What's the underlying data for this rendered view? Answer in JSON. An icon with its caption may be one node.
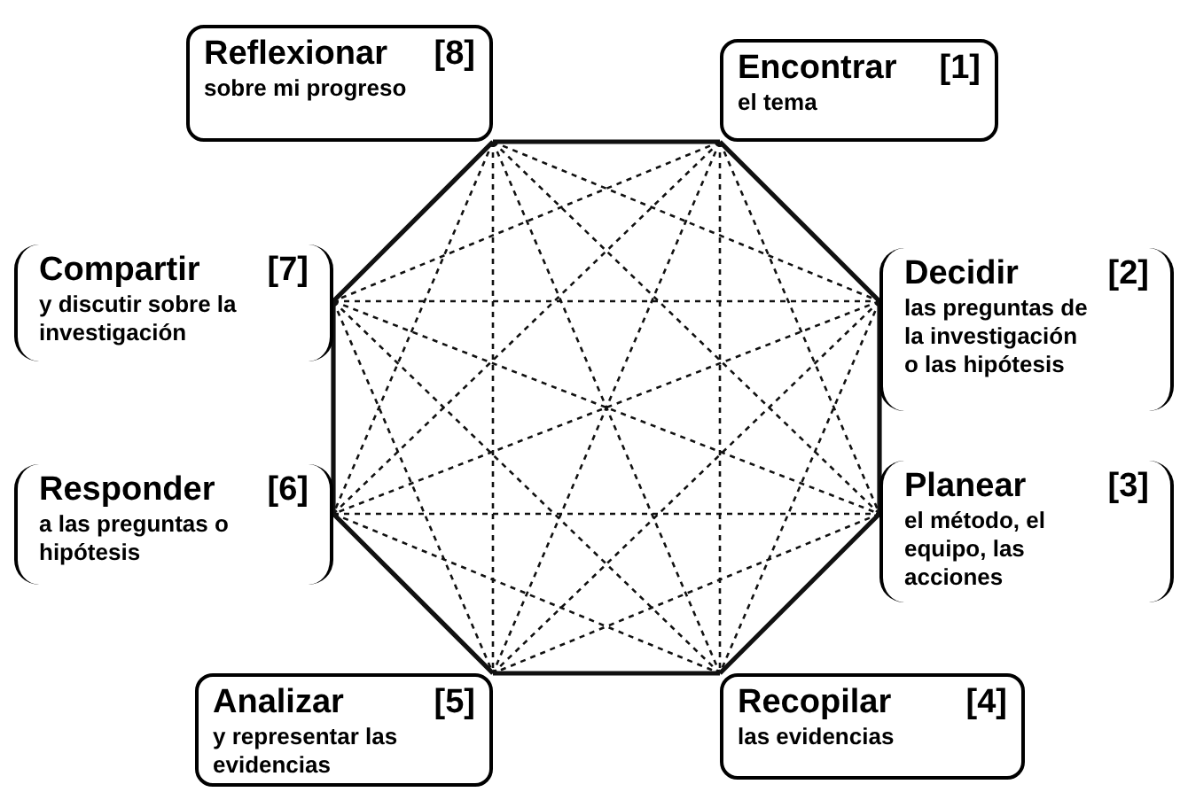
{
  "diagram": {
    "nodes": [
      {
        "text": [
          "Reflexionar",
          "[8]",
          "sobre mi progreso"
        ]
      },
      {
        "text": [
          "Encontrar",
          "[1]",
          "el tema"
        ]
      },
      {
        "text": [
          "Compartir",
          "[7]",
          "y discutir sobre la investigación"
        ]
      },
      {
        "text": [
          "Decidir",
          "[2]",
          "las preguntas de la investigación o las hipótesis"
        ]
      },
      {
        "text": [
          "Responder",
          "[6]",
          "a las preguntas o hipótesis"
        ]
      },
      {
        "text": [
          "Planear",
          "[3]",
          "el método, el equipo, las acciones"
        ]
      },
      {
        "text": [
          "Analizar",
          "[5]",
          "y representar las evidencias"
        ]
      },
      {
        "text": [
          "Recopilar",
          "[4]",
          "las evidencias"
        ]
      }
    ],
    "edges": [
      {
        "from": 0,
        "to": 1,
        "arrow": "none"
      },
      {
        "from": 1,
        "to": 3,
        "arrow": "none"
      },
      {
        "from": 3,
        "to": 5,
        "arrow": "none"
      },
      {
        "from": 5,
        "to": 7,
        "arrow": "none"
      },
      {
        "from": 7,
        "to": 6,
        "arrow": "none"
      },
      {
        "from": 6,
        "to": 4,
        "arrow": "none"
      },
      {
        "from": 4,
        "to": 2,
        "arrow": "none"
      },
      {
        "from": 2,
        "to": 0,
        "arrow": "none"
      },
      {
        "from": 0,
        "to": 3,
        "arrow": "none",
        "style": "dashed"
      },
      {
        "from": 0,
        "to": 4,
        "arrow": "none",
        "style": "dashed"
      },
      {
        "from": 0,
        "to": 5,
        "arrow": "none",
        "style": "dashed"
      },
      {
        "from": 0,
        "to": 6,
        "arrow": "none",
        "style": "dashed"
      },
      {
        "from": 0,
        "to": 7,
        "arrow": "none",
        "style": "dashed"
      },
      {
        "from": 1,
        "to": 2,
        "arrow": "none",
        "style": "dashed"
      },
      {
        "from": 1,
        "to": 4,
        "arrow": "none",
        "style": "dashed"
      },
      {
        "from": 1,
        "to": 5,
        "arrow": "none",
        "style": "dashed"
      },
      {
        "from": 1,
        "to": 6,
        "arrow": "none",
        "style": "dashed"
      },
      {
        "from": 1,
        "to": 7,
        "arrow": "none",
        "style": "dashed"
      },
      {
        "from": 2,
        "to": 3,
        "arrow": "none",
        "style": "dashed"
      },
      {
        "from": 2,
        "to": 5,
        "arrow": "none",
        "style": "dashed"
      },
      {
        "from": 2,
        "to": 6,
        "arrow": "none",
        "style": "dashed"
      },
      {
        "from": 2,
        "to": 7,
        "arrow": "none",
        "style": "dashed"
      },
      {
        "from": 3,
        "to": 4,
        "arrow": "none",
        "style": "dashed"
      },
      {
        "from": 3,
        "to": 6,
        "arrow": "none",
        "style": "dashed"
      },
      {
        "from": 3,
        "to": 7,
        "arrow": "none",
        "style": "dashed"
      },
      {
        "from": 4,
        "to": 5,
        "arrow": "none",
        "style": "dashed"
      },
      {
        "from": 4,
        "to": 7,
        "arrow": "none",
        "style": "dashed"
      },
      {
        "from": 5,
        "to": 6,
        "arrow": "none",
        "style": "dashed"
      }
    ]
  }
}
